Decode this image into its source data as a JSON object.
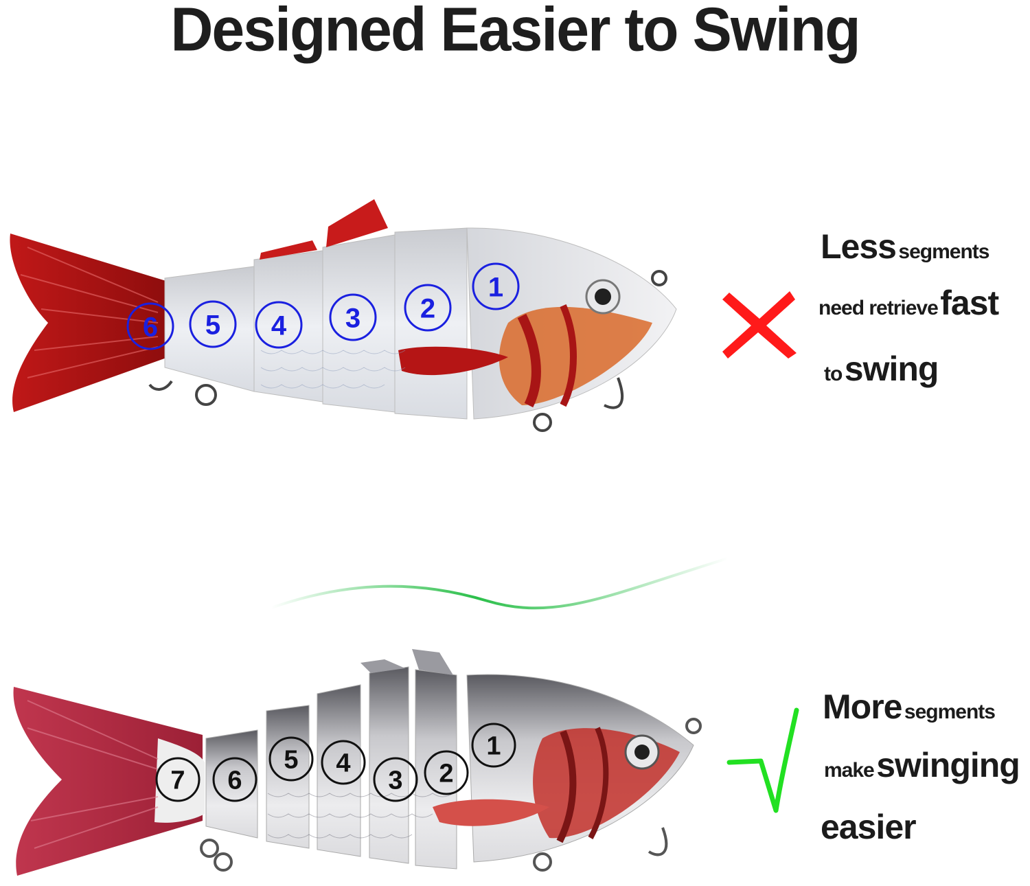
{
  "title": "Designed Easier to Swing",
  "top_lure": {
    "segments": [
      "1",
      "2",
      "3",
      "4",
      "5",
      "6"
    ],
    "segment_color": "#1a20e0",
    "caption": {
      "line1": {
        "big": "Less",
        "small": "segments"
      },
      "line2": {
        "small": "need retrieve",
        "big": "fast"
      },
      "line3": {
        "small": "to",
        "big": "swing"
      }
    },
    "mark": {
      "icon": "cross-icon",
      "color": "#ff1a1a"
    }
  },
  "bottom_lure": {
    "segments": [
      "1",
      "2",
      "3",
      "4",
      "5",
      "6",
      "7"
    ],
    "segment_color": "#111111",
    "caption": {
      "line1": {
        "big": "More",
        "small": "segments"
      },
      "line2": {
        "small": "make",
        "big": "swinging"
      },
      "line3": {
        "big": "easier"
      }
    },
    "mark": {
      "icon": "check-icon",
      "color": "#22e022"
    }
  },
  "swing_line_color": "#2bbf4a"
}
